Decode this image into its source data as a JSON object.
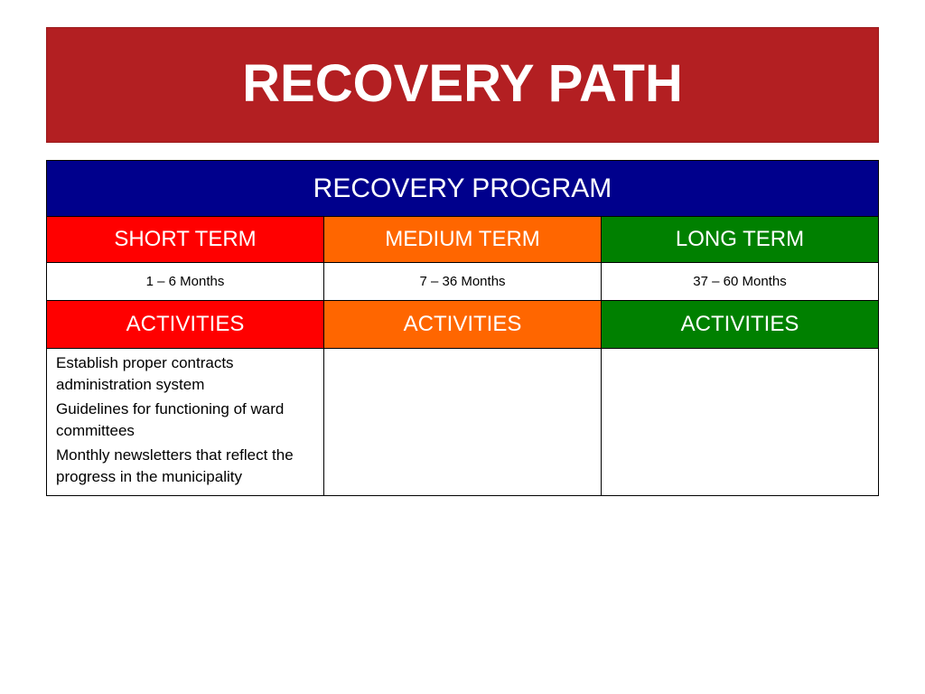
{
  "title": "RECOVERY PATH",
  "program_header": "RECOVERY PROGRAM",
  "colors": {
    "title_banner": "#b31f22",
    "program_header": "#00008c",
    "short_term": "#ff0000",
    "medium_term": "#ff6600",
    "long_term": "#008000"
  },
  "columns": [
    {
      "term": "SHORT TERM",
      "months": "1 – 6 Months",
      "activities_label": "ACTIVITIES",
      "items": [
        "Establish proper contracts administration system",
        "Guidelines for functioning of ward committees",
        "Monthly newsletters that reflect the progress in the municipality"
      ]
    },
    {
      "term": "MEDIUM TERM",
      "months": "7 – 36 Months",
      "activities_label": "ACTIVITIES",
      "items": []
    },
    {
      "term": "LONG TERM",
      "months": "37 – 60 Months",
      "activities_label": "ACTIVITIES",
      "items": []
    }
  ]
}
